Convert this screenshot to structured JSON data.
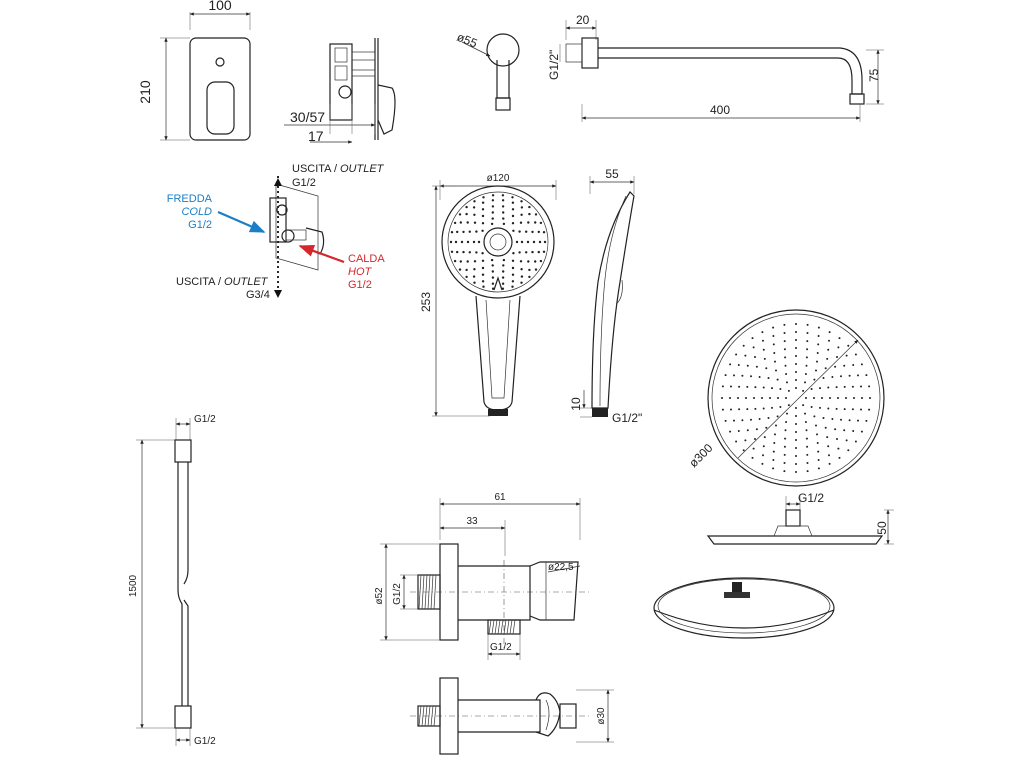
{
  "mixer": {
    "width": "100",
    "height": "210",
    "depth": "30/57",
    "offset": "17"
  },
  "connections": {
    "outlet_top_it": "USCITA /",
    "outlet_top_en": "OUTLET",
    "outlet_top_size": "G1/2",
    "cold_it": "FREDDA",
    "cold_en": "COLD",
    "cold_size": "G1/2",
    "hot_it": "CALDA",
    "hot_en": "HOT",
    "hot_size": "G1/2",
    "outlet_bottom_it": "USCITA /",
    "outlet_bottom_en": "OUTLET",
    "outlet_bottom_size": "G3/4",
    "colors": {
      "cold": "#1a7fc6",
      "hot": "#d7262b"
    }
  },
  "arm": {
    "flange_diameter": "ø55",
    "flange_thickness": "20",
    "thread": "G1/2\"",
    "length": "400",
    "drop": "75"
  },
  "hand_shower": {
    "diameter": "ø120",
    "length": "253",
    "depth": "55",
    "thread_length": "10",
    "thread": "G1/2\""
  },
  "hose": {
    "thread_top": "G1/2",
    "length": "1500",
    "thread_bottom": "G1/2"
  },
  "wall_outlet": {
    "overall": "61",
    "body": "33",
    "holder_diameter": "ø22,5",
    "flange_diameter": "ø52",
    "thread_in": "G1/2",
    "thread_out": "G1/2",
    "bracket_diameter": "ø30"
  },
  "head_shower": {
    "diameter": "ø300",
    "thread": "G1/2",
    "height": "50"
  }
}
